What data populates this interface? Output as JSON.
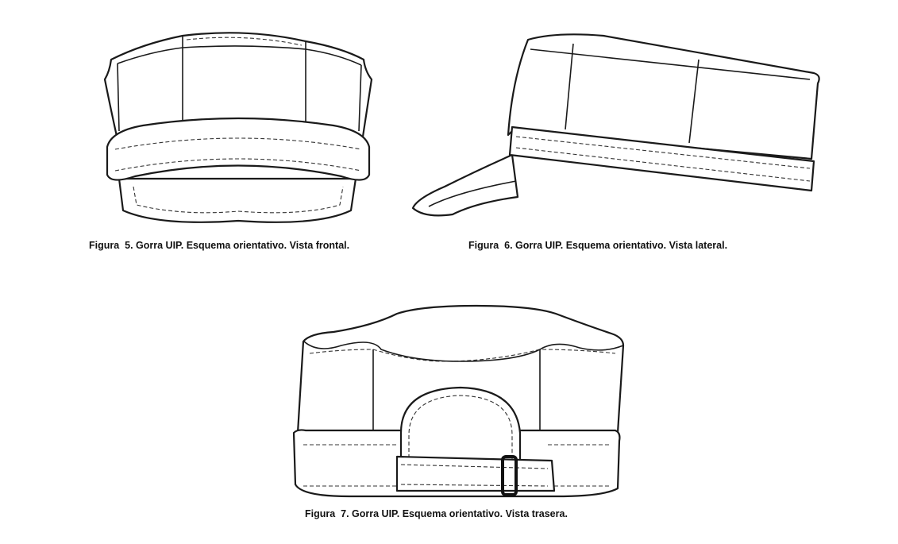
{
  "captions": {
    "fig5": "Figura  5. Gorra UIP. Esquema orientativo. Vista frontal.",
    "fig6": "Figura  6. Gorra UIP. Esquema orientativo. Vista lateral.",
    "fig7": "Figura  7. Gorra UIP. Esquema orientativo. Vista trasera."
  }
}
